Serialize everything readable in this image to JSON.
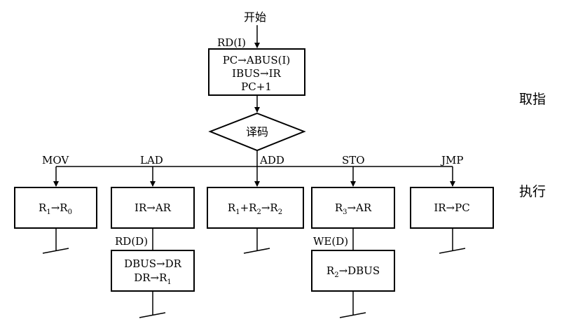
{
  "start": "开始",
  "fetch_signal": "RD(I)",
  "fetch_box": [
    "PC→ABUS(I)",
    "IBUS→IR",
    "PC+1"
  ],
  "decode": "译码",
  "stage_labels": {
    "fetch": "取指",
    "execute": "执行"
  },
  "branches": [
    {
      "label": "MOV"
    },
    {
      "label": "LAD",
      "signal": "RD(D)"
    },
    {
      "label": "ADD"
    },
    {
      "label": "STO",
      "signal": "WE(D)"
    },
    {
      "label": "JMP"
    }
  ],
  "colors": {
    "ink": "#000000",
    "background": "#ffffff"
  }
}
